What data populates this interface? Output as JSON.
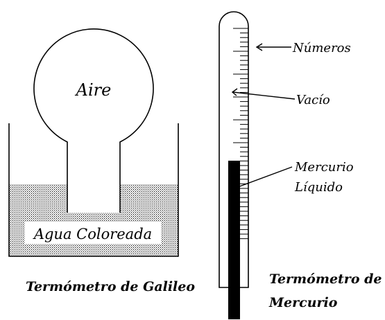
{
  "galileo": {
    "bulb_label": "Aire",
    "liquid_label": "Agua Coloreada",
    "caption": "Termómetro de Galileo"
  },
  "mercury": {
    "label_numbers": "Números",
    "label_vacuum": "Vacío",
    "label_mercury_line1": "Mercurio",
    "label_mercury_line2": "Líquido",
    "caption_line1": "Termómetro de",
    "caption_line2": "Mercurio"
  },
  "colors": {
    "line": "#000000",
    "background": "#ffffff",
    "mercury_column": "#000000",
    "water_dots": "#000000"
  }
}
